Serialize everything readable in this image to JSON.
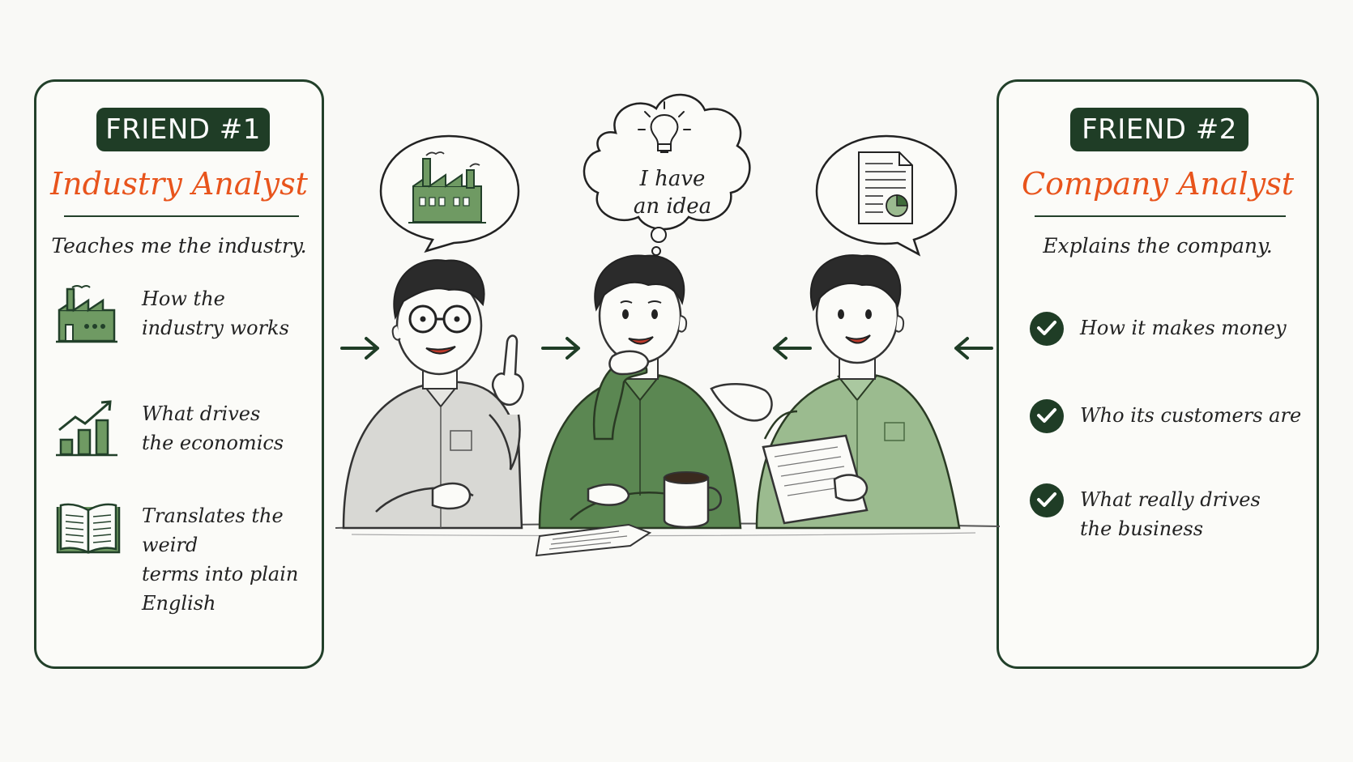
{
  "left_panel": {
    "badge": "FRIEND #1",
    "role": "Industry Analyst",
    "tagline": "Teaches me the industry.",
    "items": [
      {
        "icon": "factory-icon",
        "lines": [
          "How the",
          "industry works"
        ]
      },
      {
        "icon": "rising-chart-icon",
        "lines": [
          "What drives",
          "the economics"
        ]
      },
      {
        "icon": "open-book-icon",
        "lines": [
          "Translates the weird",
          "terms into plain",
          "English"
        ]
      }
    ]
  },
  "right_panel": {
    "badge": "FRIEND #2",
    "role": "Company Analyst",
    "tagline": "Explains the company.",
    "items": [
      {
        "icon": "checkmark-icon",
        "lines": [
          "How it makes money"
        ]
      },
      {
        "icon": "checkmark-icon",
        "lines": [
          "Who its customers are"
        ]
      },
      {
        "icon": "checkmark-icon",
        "lines": [
          "What really drives",
          "the business"
        ]
      }
    ]
  },
  "center": {
    "thought_lines": [
      "I have",
      "an idea"
    ],
    "left_bubble_icon": "factory-icon",
    "right_bubble_icon": "report-document-icon",
    "thought_icon": "lightbulb-icon"
  },
  "colors": {
    "dark_green": "#1f3d26",
    "accent_orange": "#e8541c",
    "shirt_green": "#5b8752",
    "light_green": "#9bbb8f"
  }
}
